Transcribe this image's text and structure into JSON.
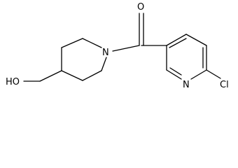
{
  "molecule": {
    "atom_labels": {
      "oxygen_carbonyl": "O",
      "nitrogen_piperidine": "N",
      "nitrogen_pyridine": "N",
      "chlorine": "Cl",
      "hydroxyl": "HO"
    },
    "colors": {
      "bond": "#000000",
      "label": "#000000",
      "background": "#ffffff"
    }
  }
}
